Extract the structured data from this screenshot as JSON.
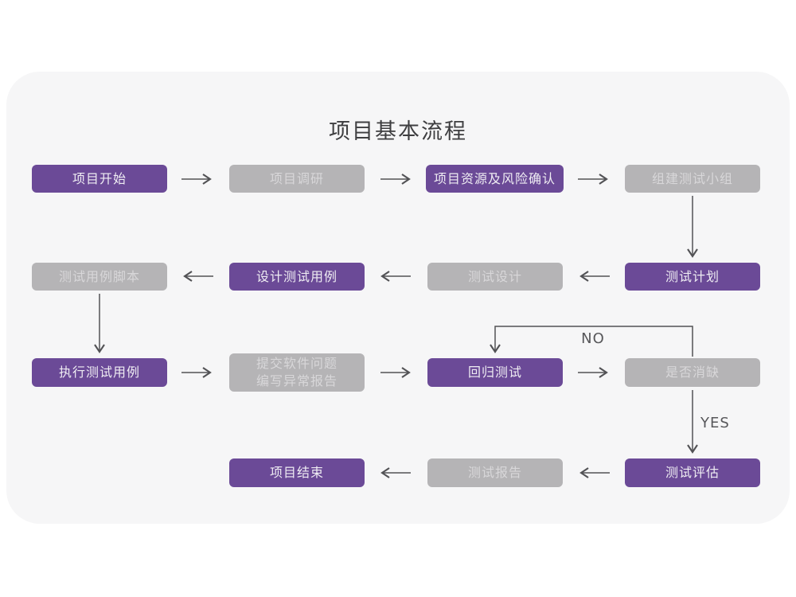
{
  "title": "项目基本流程",
  "colors": {
    "purple": "#6b4a97",
    "purple_text": "#efedf3",
    "gray": "#b5b4b6",
    "gray_text": "#d8d7d9",
    "card_bg": "#f6f6f7",
    "arrow": "#525255",
    "title_text": "#3e3e40"
  },
  "branch_labels": {
    "no": "NO",
    "yes": "YES"
  },
  "nodes": [
    {
      "id": "project-start",
      "label": "项目开始",
      "variant": "purple"
    },
    {
      "id": "project-research",
      "label": "项目调研",
      "variant": "gray"
    },
    {
      "id": "resource-risk-confirm",
      "label": "项目资源及风险确认",
      "variant": "purple"
    },
    {
      "id": "build-test-team",
      "label": "组建测试小组",
      "variant": "gray"
    },
    {
      "id": "test-plan",
      "label": "测试计划",
      "variant": "purple"
    },
    {
      "id": "test-design",
      "label": "测试设计",
      "variant": "gray"
    },
    {
      "id": "design-test-cases",
      "label": "设计测试用例",
      "variant": "purple"
    },
    {
      "id": "test-case-script",
      "label": "测试用例脚本",
      "variant": "gray"
    },
    {
      "id": "execute-test-cases",
      "label": "执行测试用例",
      "variant": "purple"
    },
    {
      "id": "submit-issues-report",
      "label": "提交软件问题",
      "label2": "编写异常报告",
      "variant": "gray"
    },
    {
      "id": "regression-test",
      "label": "回归测试",
      "variant": "purple"
    },
    {
      "id": "defect-resolved",
      "label": "是否消缺",
      "variant": "gray"
    },
    {
      "id": "test-evaluation",
      "label": "测试评估",
      "variant": "purple"
    },
    {
      "id": "test-report",
      "label": "测试报告",
      "variant": "gray"
    },
    {
      "id": "project-end",
      "label": "项目结束",
      "variant": "purple"
    }
  ],
  "edges": [
    {
      "from": "项目开始",
      "to": "项目调研"
    },
    {
      "from": "项目调研",
      "to": "项目资源及风险确认"
    },
    {
      "from": "项目资源及风险确认",
      "to": "组建测试小组"
    },
    {
      "from": "组建测试小组",
      "to": "测试计划"
    },
    {
      "from": "测试计划",
      "to": "测试设计"
    },
    {
      "from": "测试设计",
      "to": "设计测试用例"
    },
    {
      "from": "设计测试用例",
      "to": "测试用例脚本"
    },
    {
      "from": "测试用例脚本",
      "to": "执行测试用例"
    },
    {
      "from": "执行测试用例",
      "to": "提交软件问题 编写异常报告"
    },
    {
      "from": "提交软件问题 编写异常报告",
      "to": "回归测试"
    },
    {
      "from": "回归测试",
      "to": "是否消缺"
    },
    {
      "from": "是否消缺",
      "to": "回归测试",
      "label": "NO"
    },
    {
      "from": "是否消缺",
      "to": "测试评估",
      "label": "YES"
    },
    {
      "from": "测试评估",
      "to": "测试报告"
    },
    {
      "from": "测试报告",
      "to": "项目结束"
    }
  ]
}
